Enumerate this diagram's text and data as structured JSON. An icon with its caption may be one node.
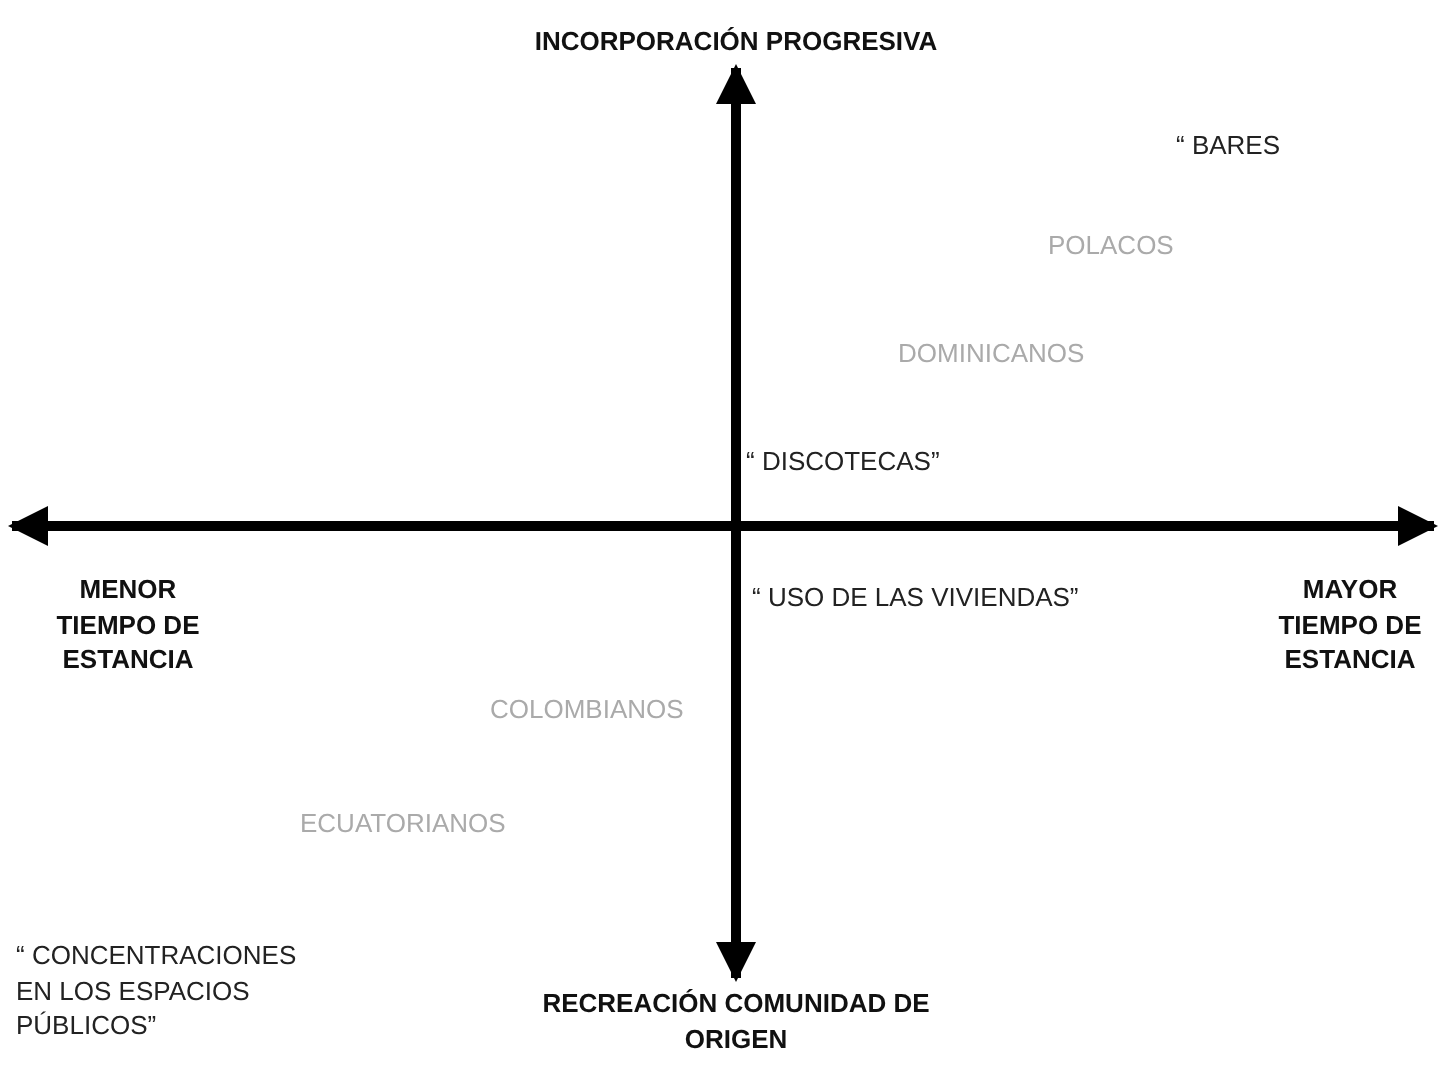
{
  "diagram": {
    "labels": [
      "INCORPORACIÓN PROGRESIVA",
      "“ BARES",
      "POLACOS",
      "DOMINICANOS",
      "“ DISCOTECAS”",
      "MENOR TIEMPO DE ESTANCIA",
      "“ USO DE LAS VIVIENDAS”",
      "MAYOR TIEMPO DE ESTANCIA",
      "COLOMBIANOS",
      "ECUATORIANOS",
      "“ CONCENTRACIONES EN LOS ESPACIOS PÚBLICOS”",
      "RECREACIÓN COMUNIDAD DE ORIGEN"
    ]
  }
}
